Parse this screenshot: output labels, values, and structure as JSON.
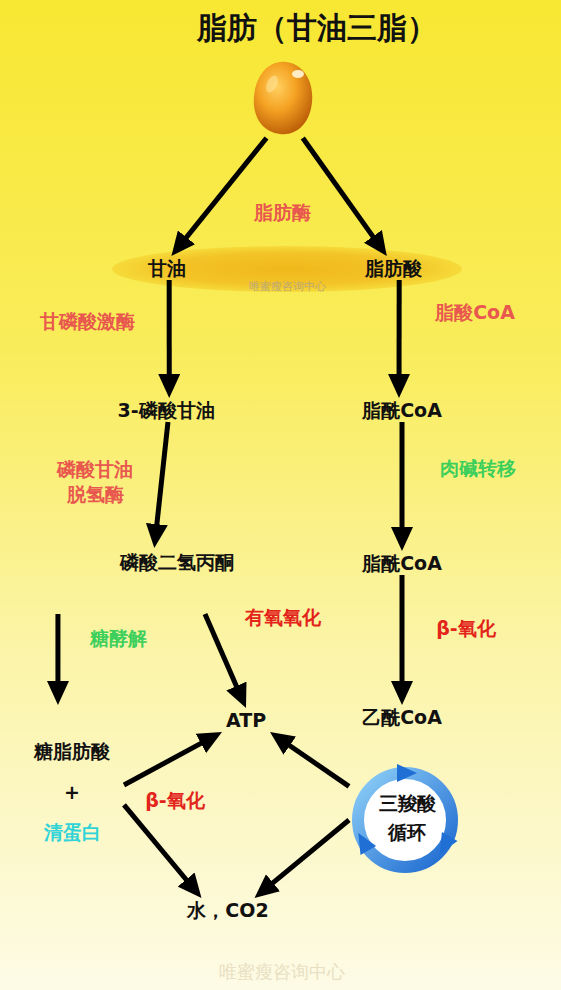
{
  "diagram": {
    "nodes": [
      {
        "text": [
          "脂肪（甘油三脂）"
        ]
      },
      {
        "text": [
          "唯蜜瘦咨询中心"
        ]
      },
      {
        "text": [
          "甘油"
        ],
        "in": 1
      },
      {
        "text": [
          "脂肪酸"
        ],
        "in": 1
      },
      {
        "text": [
          "3-磷酸甘油"
        ]
      },
      {
        "text": [
          "脂酰CoA"
        ]
      },
      {
        "text": [
          "磷酸二氢丙酮"
        ]
      },
      {
        "text": [
          "脂酰CoA"
        ]
      },
      {
        "text": [
          "ATP"
        ]
      },
      {
        "text": [
          "乙酰CoA"
        ]
      },
      {
        "text": [
          "糖脂肪酸",
          "+",
          "清蛋白"
        ]
      },
      {
        "text": [
          "三羧酸 循环"
        ]
      },
      {
        "text": [
          "水，CO2"
        ]
      }
    ],
    "edges": [
      {
        "from": 0,
        "to": 2,
        "arrow": "to"
      },
      {
        "from": 0,
        "to": 3,
        "arrow": "to"
      },
      {
        "from": 2,
        "to": 4,
        "label": "甘磷酸激酶",
        "arrow": "to"
      },
      {
        "from": 3,
        "to": 5,
        "label": "脂酸CoA",
        "arrow": "to"
      },
      {
        "from": 4,
        "to": 6,
        "label": "磷酸甘油 脱氢酶",
        "arrow": "to"
      },
      {
        "from": 5,
        "to": 7,
        "label": "肉碱转移",
        "arrow": "to"
      },
      {
        "from": 6,
        "to": 10,
        "label": "糖酵解",
        "arrow": "to"
      },
      {
        "from": 6,
        "to": 8,
        "label": "有氧氧化",
        "arrow": "to"
      },
      {
        "from": 7,
        "to": 9,
        "label": "β-氧化",
        "arrow": "to"
      },
      {
        "from": 10,
        "to": 8,
        "label": "β-氧化",
        "arrow": "to"
      },
      {
        "from": 10,
        "to": 12,
        "arrow": "to"
      },
      {
        "from": 11,
        "to": 8,
        "arrow": "to"
      },
      {
        "from": 11,
        "to": 12,
        "arrow": "to"
      }
    ],
    "labels": [
      "脂肪酶",
      "唯蜜瘦咨询中心"
    ]
  }
}
